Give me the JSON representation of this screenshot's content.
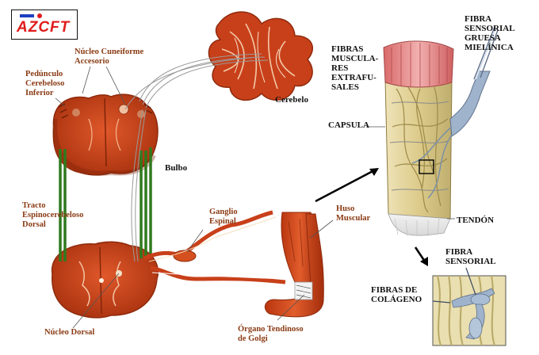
{
  "logo": {
    "text": "AZCFT",
    "colors": {
      "text": "#e01b1b",
      "mark": "#1e3fbf"
    }
  },
  "labels": {
    "nucleo_cuneiforme": "Núcleo Cuneiforme\nAccesorio",
    "pedunculo": "Pedúnculo\nCerebeloso\nInferior",
    "cerebelo": "Cerebelo",
    "bulbo": "Bulbo",
    "tracto": "Tracto\nEspinocerebeloso\nDorsal",
    "ganglio": "Ganglio\nEspinal",
    "huso": "Huso\nMuscular",
    "nucleo_dorsal": "Núcleo Dorsal",
    "organo_golgi": "Órgano Tendinoso\nde Golgi",
    "fibras_musculares": "FIBRAS\nMUSCULA-\nRES\nEXTRAFU-\nSALES",
    "fibra_sensorial_gruesa": "FIBRA\nSENSORIAL\nGRUESA\nMIELÍNICA",
    "capsula": "CAPSULA",
    "tendon": "TENDÓN",
    "fibra_sensorial": "FIBRA\nSENSORIAL",
    "fibras_colageno": "FIBRAS DE\nCOLÁGENO"
  },
  "colors": {
    "tissue": "#c8401a",
    "tissue_dark": "#8e2a0c",
    "tract": "#2f7a1e",
    "label_brown": "#8a3b14",
    "fiber_yellow": "#d9c98a",
    "muscle_pink": "#e08a8a",
    "nerve_blue": "#9fb4cc"
  }
}
